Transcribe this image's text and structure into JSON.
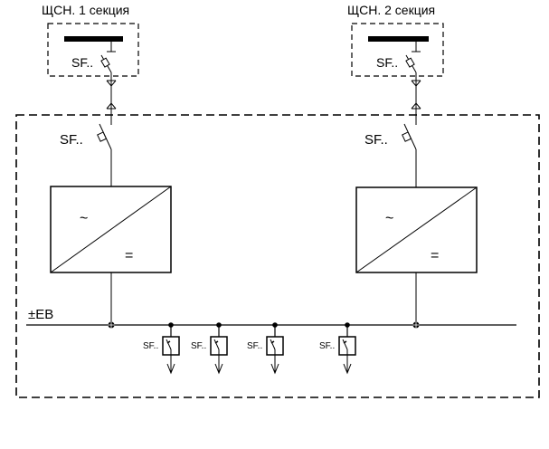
{
  "diagram": {
    "title_left": "ЩСН. 1 секция",
    "title_right": "ЩСН. 2 секция",
    "breaker_label": "SF..",
    "bus_label": "±EB",
    "converter_ac_symbol": "~",
    "converter_dc_symbol": "=",
    "colors": {
      "line": "#000000",
      "background": "#ffffff"
    },
    "sections": [
      {
        "id": "section-1",
        "title": "ЩСН. 1 секция",
        "breaker_label": "SF..",
        "input_breaker_label": "SF.."
      },
      {
        "id": "section-2",
        "title": "ЩСН. 2 секция",
        "breaker_label": "SF..",
        "input_breaker_label": "SF.."
      }
    ],
    "outgoing_feeders": [
      {
        "label": "SF.."
      },
      {
        "label": "SF.."
      },
      {
        "label": "SF.."
      },
      {
        "label": "SF.."
      }
    ]
  }
}
